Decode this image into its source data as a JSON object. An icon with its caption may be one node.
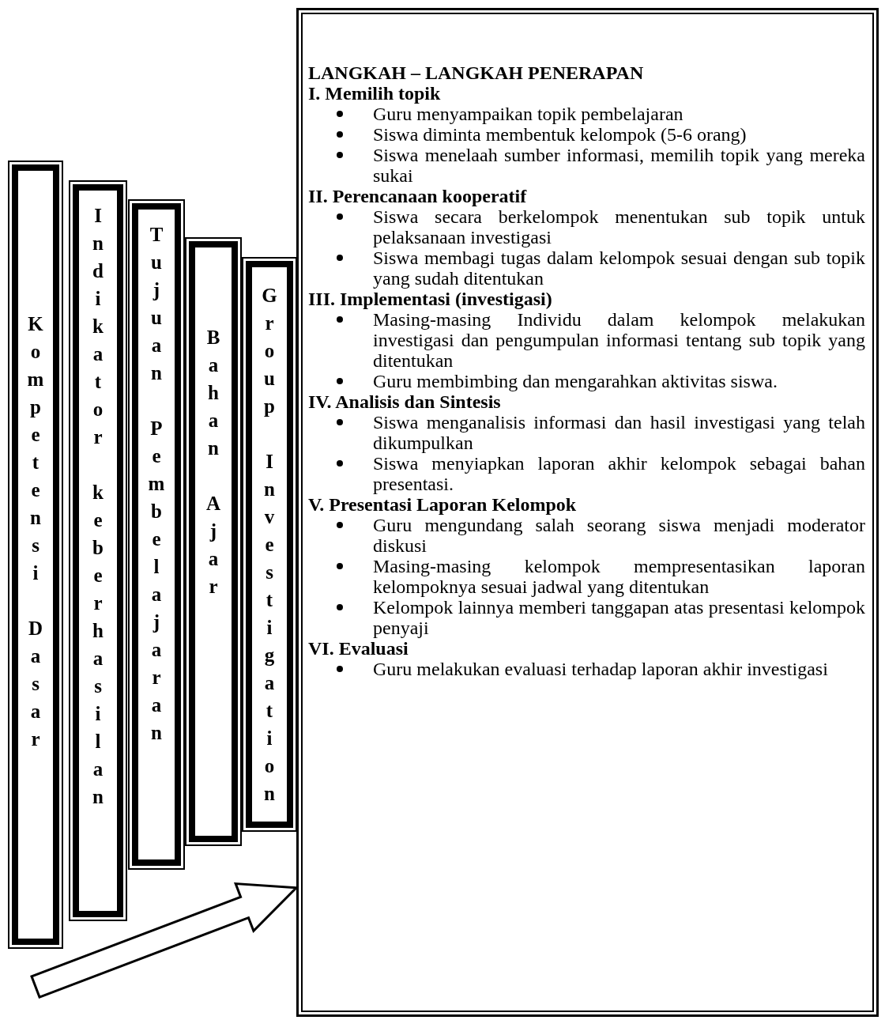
{
  "diagram": {
    "nodes": [
      {
        "text": [
          "Kompetensi Dasar"
        ]
      },
      {
        "text": [
          "Indikator keberhasilan"
        ]
      },
      {
        "text": [
          "Tujuan Pembelajaran"
        ]
      },
      {
        "text": [
          "Bahan Ajar"
        ]
      },
      {
        "text": [
          "Group Investigation"
        ]
      },
      {
        "text": [
          "LANGKAH – LANGKAH PENERAPAN"
        ]
      },
      {
        "text": [
          "I. Memilih topik",
          "Guru menyampaikan topik pembelajaran",
          "Siswa diminta membentuk kelompok (5-6 orang)",
          "Siswa menelaah sumber informasi, memilih topik yang mereka sukai"
        ],
        "in": 5
      },
      {
        "text": [
          "II. Perencanaan kooperatif",
          "Siswa secara berkelompok menentukan sub topik untuk pelaksanaan investigasi",
          "Siswa membagi tugas dalam kelompok sesuai dengan sub topik yang sudah ditentukan"
        ],
        "in": 5
      },
      {
        "text": [
          "III. Implementasi (investigasi)",
          "Masing-masing Individu dalam kelompok melakukan investigasi dan pengumpulan informasi tentang sub topik yang ditentukan",
          "Guru membimbing dan mengarahkan aktivitas siswa."
        ],
        "in": 5
      },
      {
        "text": [
          "IV. Analisis dan Sintesis",
          "Siswa menganalisis informasi dan hasil investigasi yang telah dikumpulkan",
          "Siswa menyiapkan laporan akhir kelompok sebagai bahan presentasi."
        ],
        "in": 5
      },
      {
        "text": [
          "V. Presentasi Laporan Kelompok",
          "Guru mengundang salah seorang siswa menjadi moderator diskusi",
          "Masing-masing kelompok mempresentasikan laporan kelompoknya sesuai jadwal yang ditentukan",
          "Kelompok lainnya memberi tanggapan atas presentasi kelompok penyaji"
        ],
        "in": 5
      },
      {
        "text": [
          "VI. Evaluasi",
          "Guru melakukan evaluasi terhadap laporan akhir investigasi"
        ],
        "in": 5
      }
    ],
    "edges": [
      {
        "from": null,
        "to": 5,
        "arrow": "to"
      }
    ]
  }
}
